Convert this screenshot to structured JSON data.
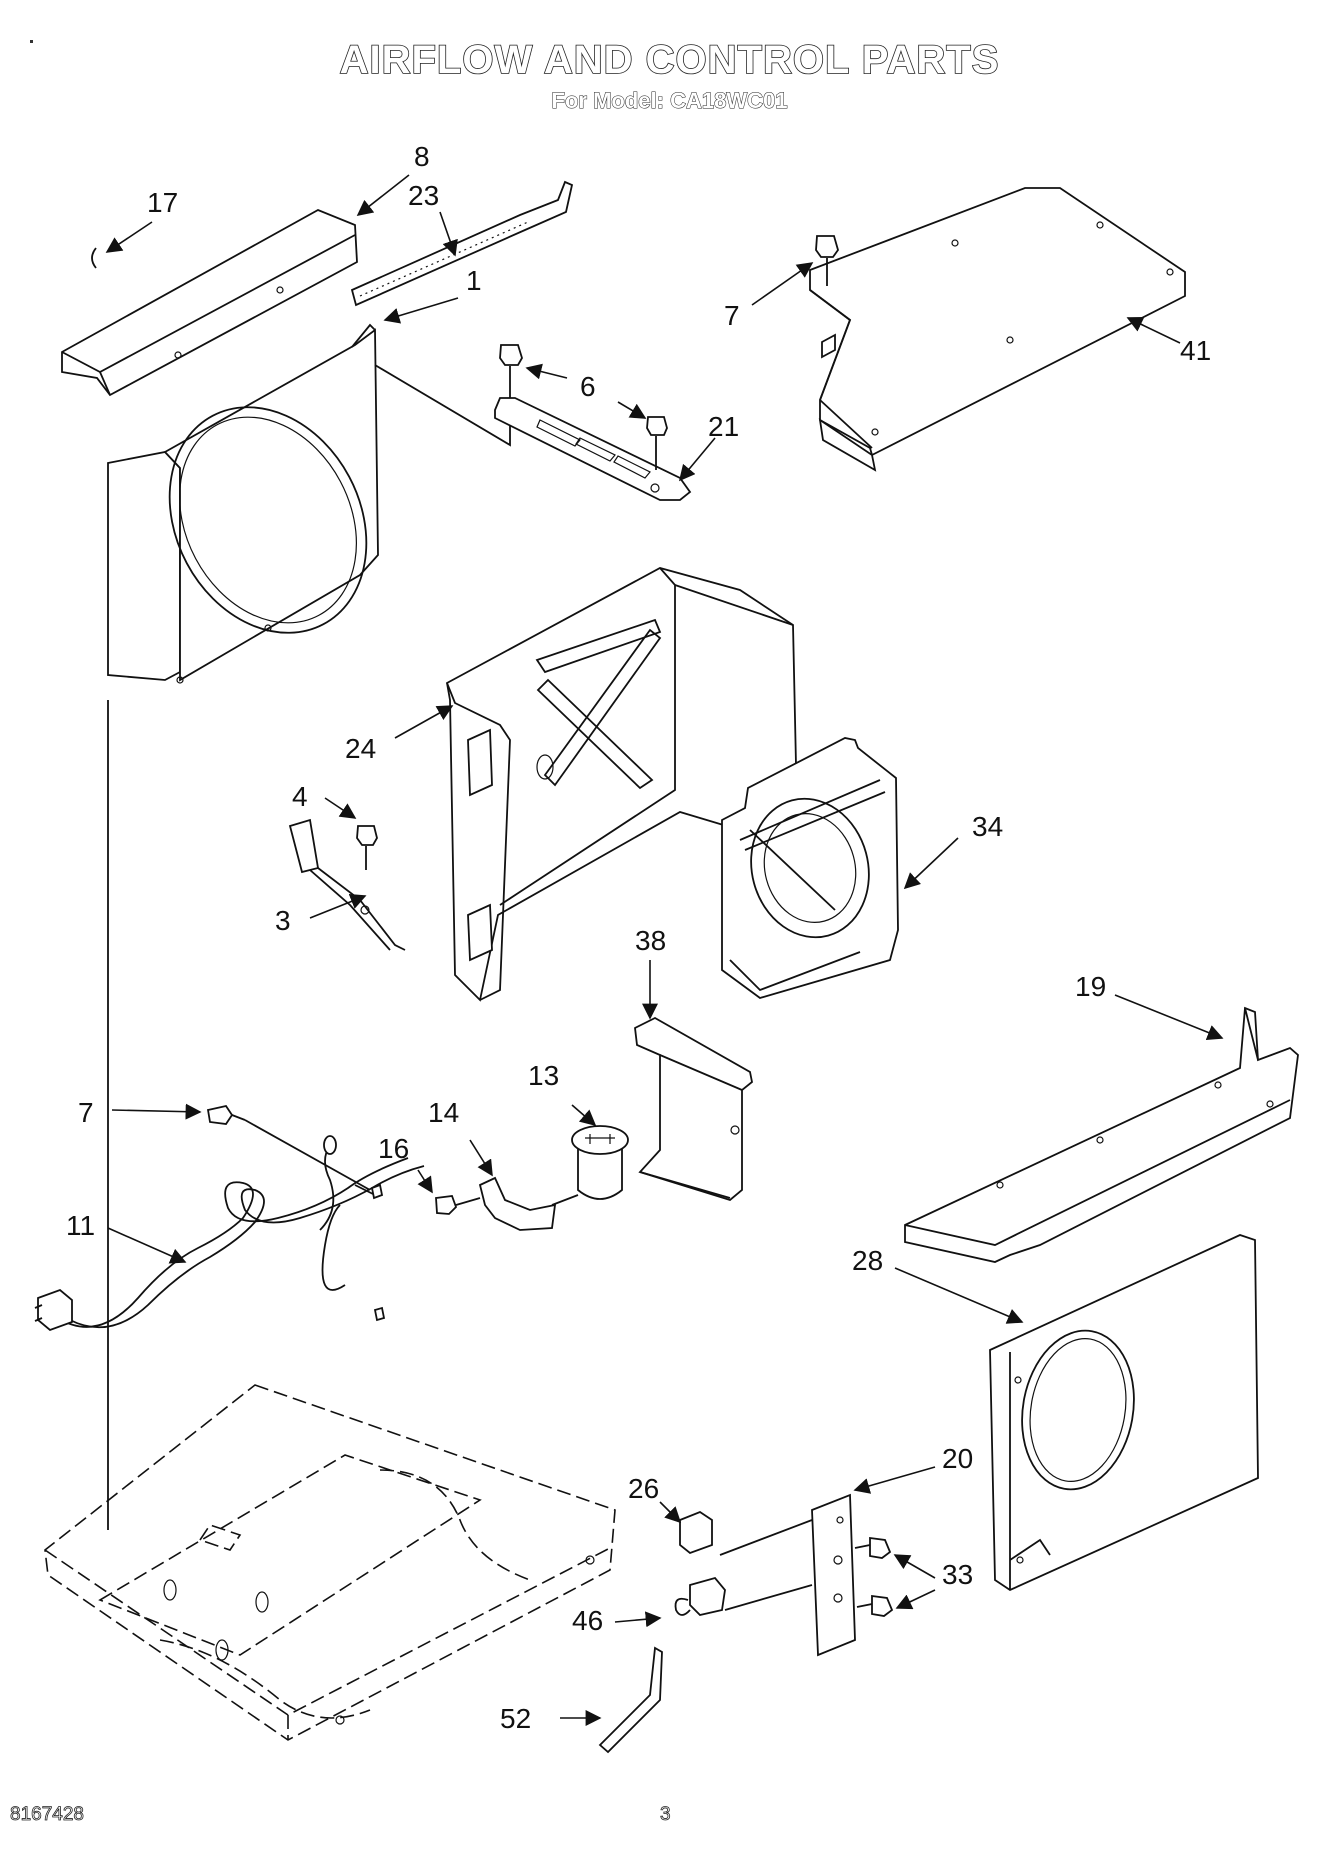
{
  "header": {
    "title": "AIRFLOW AND CONTROL PARTS",
    "subtitle": "For Model: CA18WC01"
  },
  "footer": {
    "doc_number": "8167428",
    "page_number": "3"
  },
  "callouts": {
    "c8": "8",
    "c23": "23",
    "c17": "17",
    "c1": "1",
    "c6": "6",
    "c21": "21",
    "c7a": "7",
    "c41": "41",
    "c24": "24",
    "c4": "4",
    "c3": "3",
    "c34": "34",
    "c38": "38",
    "c19": "19",
    "c7b": "7",
    "c13": "13",
    "c14": "14",
    "c16": "16",
    "c11": "11",
    "c28": "28",
    "c20": "20",
    "c26": "26",
    "c33": "33",
    "c46": "46",
    "c52": "52"
  }
}
